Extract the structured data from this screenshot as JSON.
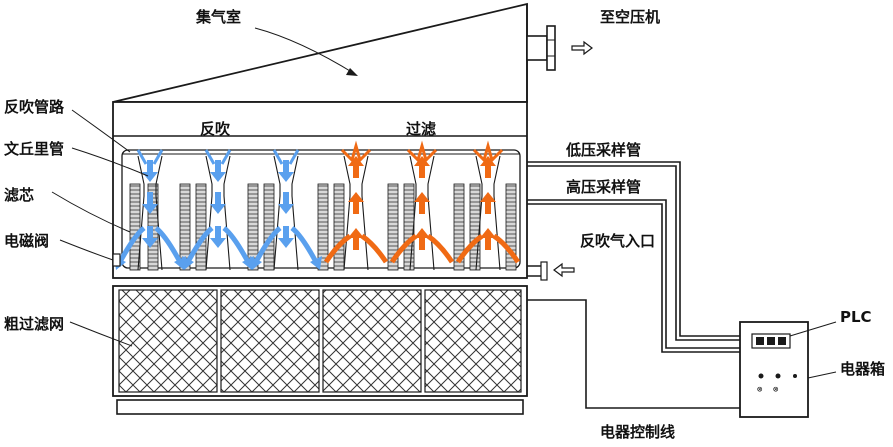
{
  "labels": {
    "gas_chamber": "集气室",
    "to_blower": "至空压机",
    "reverse_pipe": "反吹管路",
    "venturi": "文丘里管",
    "filter_core": "滤芯",
    "solenoid": "电磁阀",
    "coarse_mesh": "粗过滤网",
    "reverse_blow": "反吹",
    "filtering": "过滤",
    "low_pressure_pipe": "低压采样管",
    "high_pressure_pipe": "高压采样管",
    "reverse_air_inlet": "反吹气入口",
    "plc": "PLC",
    "electric_box": "电器箱",
    "control_line": "电器控制线"
  },
  "colors": {
    "line": "#1a1a1a",
    "reverse_flow": "#5aa0ee",
    "filter_flow": "#f06a14",
    "filter_body": "#cfcfcf"
  },
  "flow": {
    "reverse_units": 3,
    "filter_units": 3
  }
}
